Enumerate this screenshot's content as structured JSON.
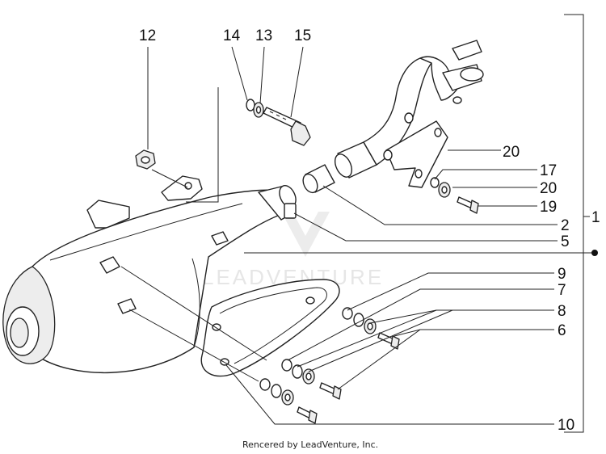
{
  "callouts": {
    "c1": "1",
    "c2": "2",
    "c5": "5",
    "c6": "6",
    "c7": "7",
    "c8": "8",
    "c9": "9",
    "c10": "10",
    "c12": "12",
    "c13": "13",
    "c14": "14",
    "c15": "15",
    "c17": "17",
    "c19": "19",
    "c20a": "20",
    "c20b": "20"
  },
  "watermark": "LEADVENTURE",
  "credit": "Rencered by LeadVenture, Inc.",
  "colors": {
    "line": "#222222",
    "shade": "#ededed",
    "watermark": "#e6e6e6"
  },
  "icons": {
    "reference_dot": "filled-circle"
  }
}
